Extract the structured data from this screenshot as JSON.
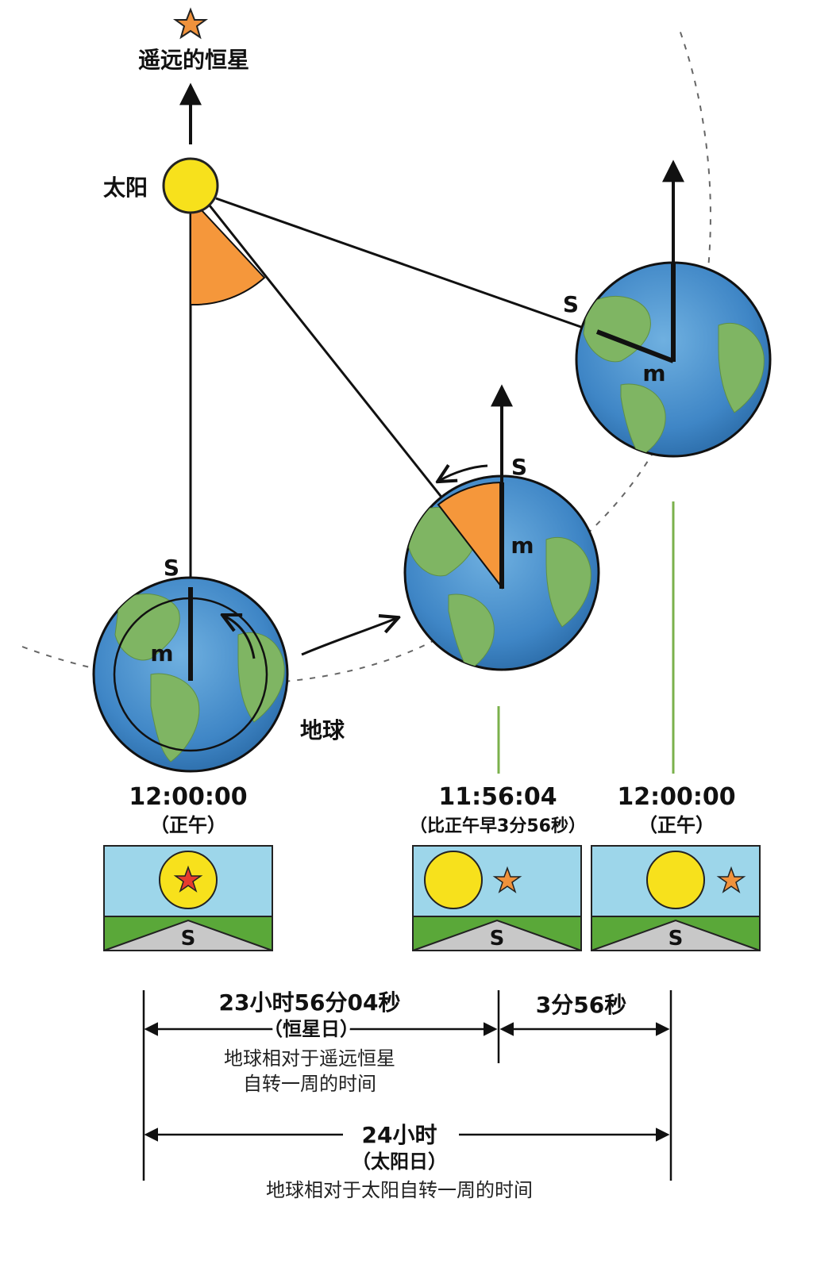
{
  "labels": {
    "distant_star": "遥远的恒星",
    "sun": "太阳",
    "earth": "地球",
    "s": "S",
    "m": "m"
  },
  "times": [
    {
      "time": "12:00:00",
      "note": "（正午）"
    },
    {
      "time": "11:56:04",
      "note": "（比正午早3分56秒）"
    },
    {
      "time": "12:00:00",
      "note": "（正午）"
    }
  ],
  "spans": {
    "sidereal": {
      "duration": "23小时56分04秒",
      "name": "（恒星日）",
      "desc_line1": "地球相对于遥远恒星",
      "desc_line2": "自转一周的时间"
    },
    "difference": {
      "duration": "3分56秒"
    },
    "solar": {
      "duration": "24小时",
      "name": "（太阳日）",
      "desc": "地球相对于太阳自转一周的时间"
    }
  },
  "colors": {
    "sun": "#f7e11c",
    "star": "#f0923c",
    "angle": "#f5973b",
    "ocean": "#3f86c6",
    "land": "#7fb563",
    "sky": "#9dd6ea",
    "grass": "#5aa839",
    "ground": "#c8c8c8",
    "tick": "#7bb14c"
  }
}
